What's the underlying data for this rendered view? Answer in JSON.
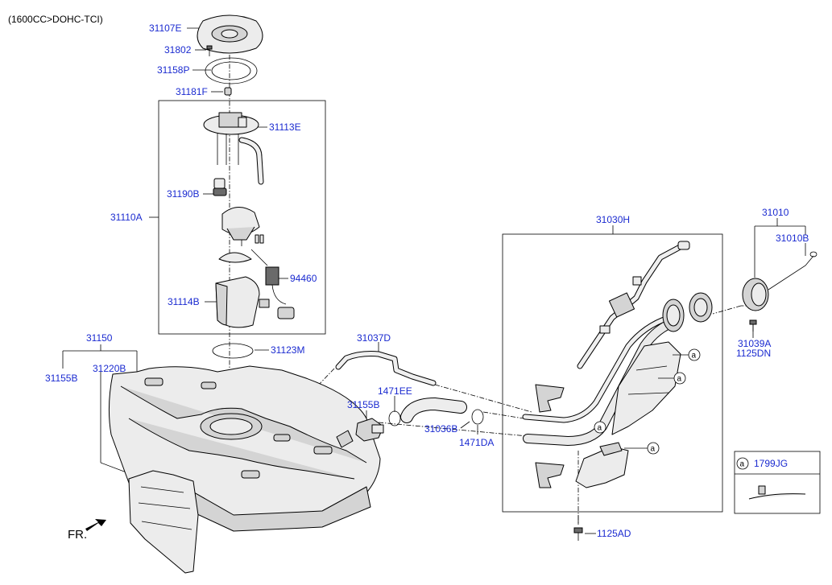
{
  "header": {
    "engine": "(1600CC>DOHC-TCI)"
  },
  "front_marker": "FR.",
  "callout_symbol": "a",
  "legend": {
    "symbol": "a",
    "part": "1799JG"
  },
  "parts": {
    "p31107E": "31107E",
    "p31802": "31802",
    "p31158P": "31158P",
    "p31181F": "31181F",
    "p31113E": "31113E",
    "p31190B": "31190B",
    "p31110A": "31110A",
    "p94460": "94460",
    "p31114B": "31114B",
    "p31123M": "31123M",
    "p31150": "31150",
    "p31155B_left": "31155B",
    "p31220B": "31220B",
    "p31037D": "31037D",
    "p1471EE": "1471EE",
    "p31155B_mid": "31155B",
    "p31036B": "31036B",
    "p1471DA": "1471DA",
    "p31030H": "31030H",
    "p31010": "31010",
    "p31010B": "31010B",
    "p31039A": "31039A",
    "p1125DN": "1125DN",
    "p1125AD": "1125AD"
  }
}
